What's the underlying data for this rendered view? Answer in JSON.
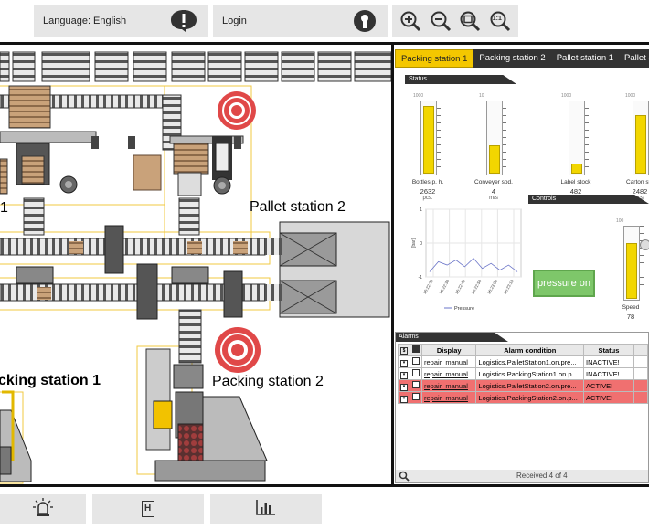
{
  "topbar": {
    "language_label": "Language: English",
    "login_label": "Login",
    "zoom_actual_label": "1:1"
  },
  "plant": {
    "label_pallet_station_2": "Pallet station 2",
    "label_packing_station_1": "cking station 1",
    "label_packing_station_2": "Packing station 2",
    "label_edge_1": "1"
  },
  "tabs": [
    "Packing station 1",
    "Packing station 2",
    "Pallet station 1",
    "Pallet station"
  ],
  "status": {
    "header": "Status",
    "gauges": [
      {
        "name": "Bottles p. h.",
        "value": "2632",
        "unit": "pcs.",
        "max": "1000",
        "fill": 0.95
      },
      {
        "name": "Conveyer spd.",
        "value": "4",
        "unit": "m/s",
        "max": "10",
        "fill": 0.38
      },
      {
        "name": "Label stock",
        "value": "482",
        "unit": "pcs.",
        "max": "1000",
        "fill": 0.12
      },
      {
        "name": "Carton sto",
        "value": "2482",
        "unit": "pcs.",
        "max": "1000",
        "fill": 0.82
      }
    ]
  },
  "controls": {
    "header": "Controls",
    "pressure_button": "pressure on",
    "speed": {
      "name": "Speed",
      "value": "78",
      "max": "100",
      "fill": 0.78
    }
  },
  "chart_data": {
    "type": "line",
    "ylabel": "[bar]",
    "ylim": [
      -1,
      1
    ],
    "yticks": [
      "1",
      "0",
      "-1"
    ],
    "x": [
      "16:22:25",
      "16:22:30",
      "16:22:40",
      "16:22:50",
      "16:23:00",
      "16:23:10"
    ],
    "series": [
      {
        "name": "Pressure",
        "values": [
          -0.85,
          -0.55,
          -0.65,
          -0.5,
          -0.7,
          -0.45,
          -0.75,
          -0.6,
          -0.8,
          -0.65,
          -0.85
        ]
      }
    ]
  },
  "alarms": {
    "header": "Alarms",
    "columns": [
      "Display",
      "Alarm condition",
      "Status"
    ],
    "rows": [
      {
        "display": "repair_manual",
        "condition": "Logistics.PalletStation1.on.pre...",
        "status": "INACTIVE!",
        "active": false
      },
      {
        "display": "repair_manual",
        "condition": "Logistics.PackingStation1.on.p...",
        "status": "INACTIVE!",
        "active": false
      },
      {
        "display": "repair_manual",
        "condition": "Logistics.PalletStation2.on.pre...",
        "status": "ACTIVE!",
        "active": true
      },
      {
        "display": "repair_manual",
        "condition": "Logistics.PackingStation2.on.p...",
        "status": "ACTIVE!",
        "active": true
      }
    ],
    "footer": "Received 4 of 4"
  },
  "bottombar": {
    "history_glyph": "H"
  },
  "colors": {
    "accent_yellow": "#f4c700",
    "alarm_red": "#f07070",
    "button_green": "#7ec76a",
    "dark": "#333333"
  },
  "icons": [
    "alert-icon",
    "lock-icon",
    "zoom-in-icon",
    "zoom-out-icon",
    "zoom-fit-icon",
    "zoom-actual-icon",
    "alarm-beacon-icon",
    "history-icon",
    "chart-icon",
    "bell-icon",
    "search-icon"
  ]
}
